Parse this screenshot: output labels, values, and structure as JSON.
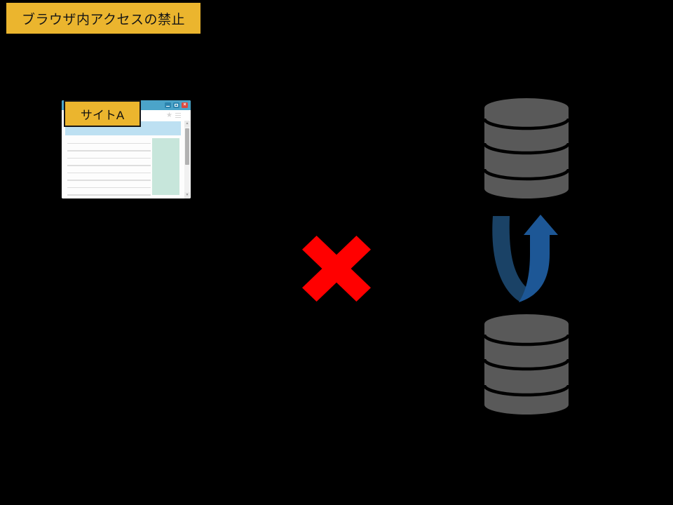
{
  "background": "#000000",
  "title_banner": {
    "label": "ブラウザ内アクセスの禁止",
    "background": "#EBB52E",
    "text_color": "#161616"
  },
  "site_window": {
    "label": "サイトA",
    "label_background": "#EBB52E",
    "label_border_color": "#161616",
    "titlebar_color": "#4BA4C9",
    "window_buttons": [
      "minimize",
      "maximize",
      "close"
    ],
    "control_button_color": "#2C84AE",
    "close_button_color": "#DC4940",
    "page_banner_color": "#BDE0F2",
    "page_side_block_color": "#C7E6DB",
    "text_line_color": "#DEDEDE",
    "text_line_count": 8
  },
  "prohibition_mark": {
    "shape": "multiply-x",
    "color": "#FF0000"
  },
  "uturn_arrow": {
    "dark_color": "#1A4266",
    "light_color": "#1D5796"
  },
  "databases": {
    "count": 2,
    "fill_color": "#595959"
  },
  "icons": {
    "close": "×",
    "star": "★",
    "scroll_up": "▲",
    "scroll_down": "▼"
  }
}
